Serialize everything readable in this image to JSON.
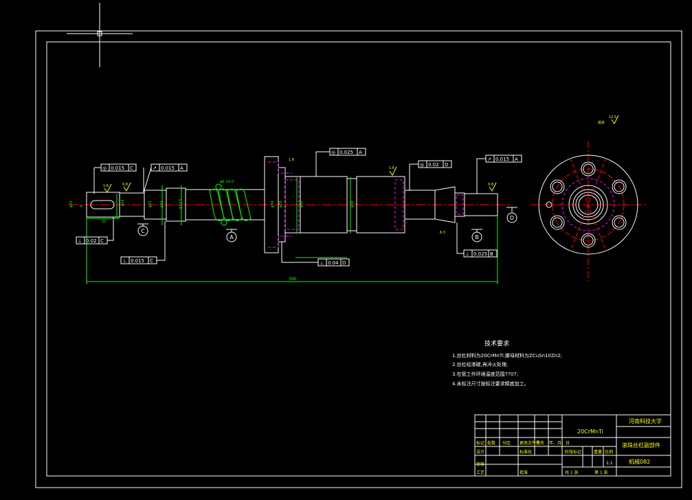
{
  "drawing": {
    "sheet_colors": {
      "background": "#000000",
      "frame": "#ffffff",
      "part": "#ffffff",
      "centerline": "#ff0000",
      "dimension": "#00ff00",
      "hidden": "#ff00ff",
      "annotation": "#ffff00"
    },
    "tolerance_frames": [
      {
        "symbol": "◎",
        "value": "0.015",
        "datum": "C"
      },
      {
        "symbol": "↗",
        "value": "0.015",
        "datum": "A"
      },
      {
        "symbol": "◎",
        "value": "0.025",
        "datum": "A"
      },
      {
        "symbol": "◎",
        "value": "0.02",
        "datum": "D"
      },
      {
        "symbol": "↗",
        "value": "0.015",
        "datum": "A"
      },
      {
        "symbol": "⊥",
        "value": "0.02",
        "datum": "C"
      },
      {
        "symbol": "⊥",
        "value": "0.015",
        "datum": "C"
      },
      {
        "symbol": "⊥",
        "value": "0.04",
        "datum": "D"
      },
      {
        "symbol": "⊥",
        "value": "0.025",
        "datum": "B"
      }
    ],
    "datums": [
      "C",
      "A",
      "B",
      "D"
    ],
    "overall_length": "390",
    "roughness": "12.5"
  },
  "notes": {
    "title": "技术要求",
    "items": [
      "1.丝杠材料为20CrMnTi,螺母材料为ZCuSn10Zn2;",
      "2.丝杠经渗碳,再淬火处理;",
      "3.在管工作环境温度范围7?07;",
      "4.未标注尺寸按标注要求精度加工。"
    ]
  },
  "title_block": {
    "material": "20CrMnTi",
    "school": "河南科技大学",
    "part_name": "滚珠丝杠副部件",
    "drawing_no": "机械082",
    "scale": "1:1",
    "sheet_total": "共 1 张",
    "sheet_no": "第 1 张",
    "cells": [
      "标记",
      "处数",
      "分区",
      "更改文件号",
      "签名",
      "年、月、日",
      "设计",
      "标准化",
      "阶段标记",
      "重量",
      "比例",
      "审核",
      "工艺",
      "批准"
    ]
  }
}
